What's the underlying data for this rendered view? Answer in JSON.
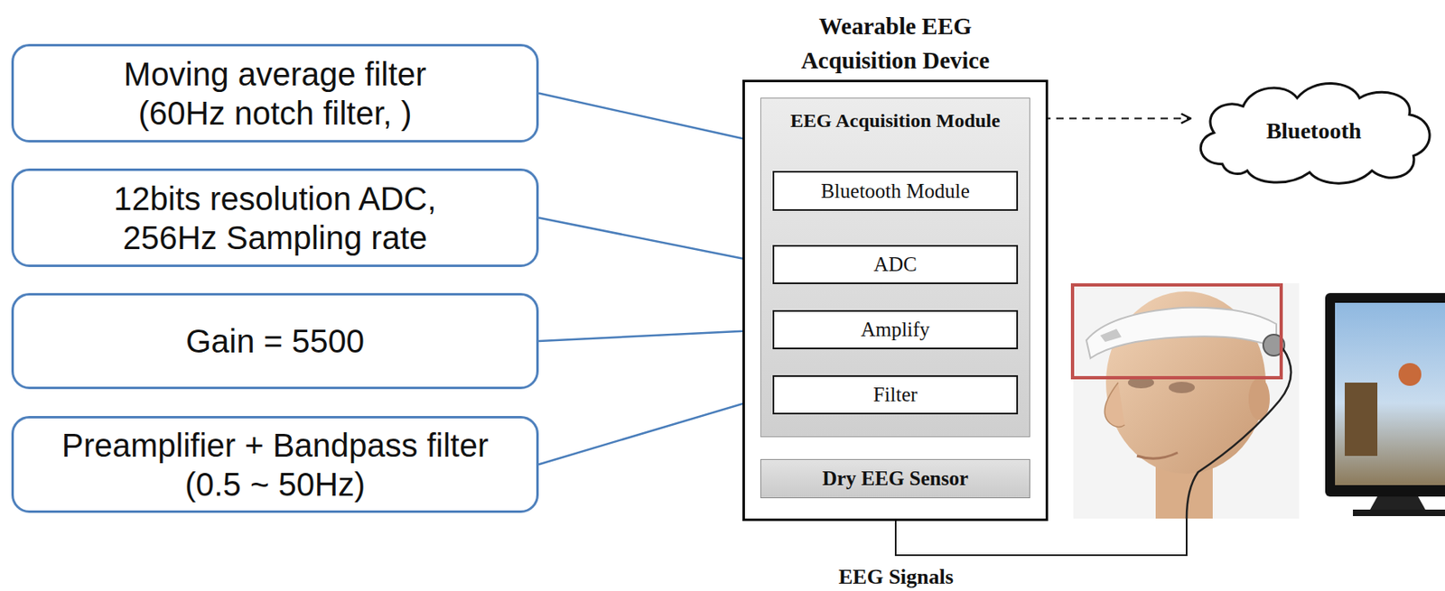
{
  "diagram": {
    "nodes": [
      {
        "text": [
          "Moving average filter (60Hz notch filter, )"
        ]
      },
      {
        "text": [
          "12bits resolution ADC, 256Hz Sampling rate"
        ]
      },
      {
        "text": [
          "Gain = 5500"
        ]
      },
      {
        "text": [
          "Preamplifier + Bandpass filter (0.5 ~ 50Hz)"
        ]
      },
      {
        "text": [
          "Wearable EEG Acquisition Device"
        ]
      },
      {
        "text": [
          "EEG Acquisition Module"
        ],
        "in": 4
      },
      {
        "text": [
          "Bluetooth Module"
        ],
        "in": 5
      },
      {
        "text": [
          "ADC"
        ],
        "in": 5
      },
      {
        "text": [
          "Amplify"
        ],
        "in": 5
      },
      {
        "text": [
          "Filter"
        ],
        "in": 5
      },
      {
        "text": [
          "Dry EEG Sensor"
        ],
        "in": 4
      },
      {
        "text": [
          "Bluetooth"
        ]
      }
    ],
    "edges": [
      {
        "from": 0,
        "to": 5,
        "arrow": "to"
      },
      {
        "from": 1,
        "to": 7,
        "arrow": "to"
      },
      {
        "from": 2,
        "to": 8,
        "arrow": "to"
      },
      {
        "from": 3,
        "to": 9,
        "arrow": "to"
      },
      {
        "from": 5,
        "to": 11,
        "arrow": "to"
      },
      {
        "from": 10,
        "to": 9,
        "arrow": "to"
      },
      {
        "from": 9,
        "to": 8,
        "arrow": "to"
      },
      {
        "from": 8,
        "to": 7,
        "arrow": "to"
      },
      {
        "from": 7,
        "to": 6,
        "arrow": "to"
      }
    ],
    "labels": [
      "EEG Signals"
    ]
  }
}
